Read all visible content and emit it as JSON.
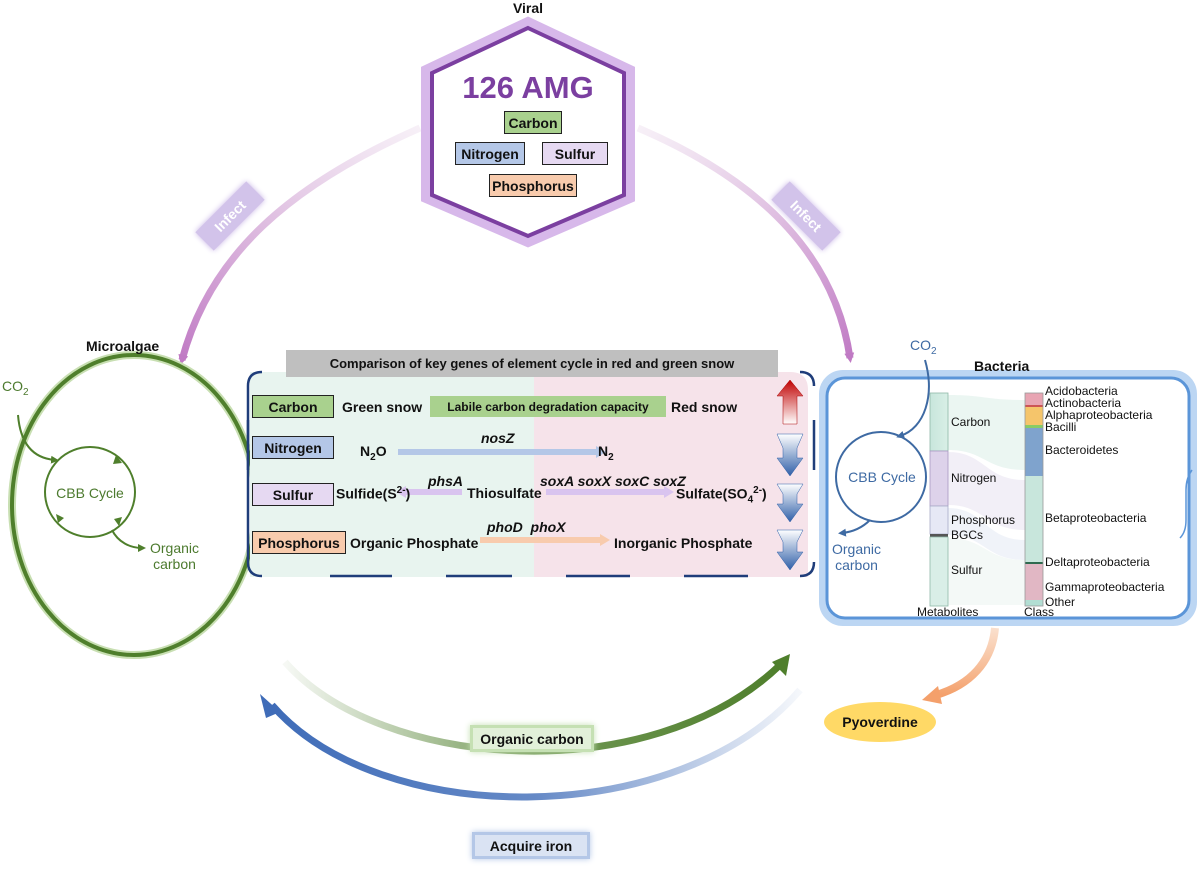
{
  "viral": {
    "title": "Viral",
    "amg_count": "126 AMG",
    "boxes": [
      "Carbon",
      "Nitrogen",
      "Sulfur",
      "Phosphorus"
    ]
  },
  "infect_label": "Infect",
  "microalgae": {
    "title": "Microalgae",
    "co2": "CO",
    "co2_sub": "2",
    "cycle": "CBB Cycle",
    "organic_line1": "Organic",
    "organic_line2": "carbon"
  },
  "bacteria": {
    "title": "Bacteria",
    "co2": "CO",
    "co2_sub": "2",
    "cycle": "CBB Cycle",
    "organic_line1": "Organic",
    "organic_line2": "carbon",
    "metabolites": [
      "Carbon",
      "Nitrogen",
      "Phosphorus",
      "BGCs",
      "Sulfur"
    ],
    "metabolites_label": "Metabolites",
    "classes": [
      "Acidobacteria",
      "Actinobacteria",
      "Alphaproteobacteria",
      "Bacilli",
      "Bacteroidetes",
      "Betaproteobacteria",
      "Deltaproteobacteria",
      "Gammaproteobacteria",
      "Other"
    ],
    "class_label": "Class"
  },
  "comparison": {
    "title": "Comparison of key genes of element cycle in red and green snow",
    "rows": {
      "carbon": {
        "label": "Carbon",
        "left": "Green snow",
        "middle": "Labile carbon degradation capacity",
        "right": "Red snow"
      },
      "nitrogen": {
        "label": "Nitrogen",
        "left": "N",
        "left_sub": "2",
        "left_tail": "O",
        "gene": "nosZ",
        "right": "N",
        "right_sub": "2"
      },
      "sulfur": {
        "label": "Sulfur",
        "left": "Sulfide(S",
        "left_sup": "2-",
        "left_tail": ")",
        "gene_left": "phsA",
        "middle": "Thiosulfate",
        "genes_right": "soxA soxX soxC soxZ",
        "right": "Sulfate(SO",
        "right_sub": "4",
        "right_sup": "2-",
        "right_tail": ")"
      },
      "phosphorus": {
        "label": "Phosphorus",
        "left": "Organic Phosphate",
        "genes": "phoD  phoX",
        "right": "Inorganic Phosphate"
      }
    }
  },
  "pyoverdine": "Pyoverdine",
  "organic_carbon_label": "Organic carbon",
  "acquire_iron_label": "Acquire iron",
  "colors": {
    "viral_purple": "#7b3fa0",
    "algae_green": "#4f7f2c",
    "bacteria_blue": "#5b95d8",
    "carbon_box": "#a9d18e",
    "nitrogen_box": "#b4c7e7",
    "sulfur_box": "#e6d9f2",
    "phosphorus_box": "#f8cbad"
  }
}
